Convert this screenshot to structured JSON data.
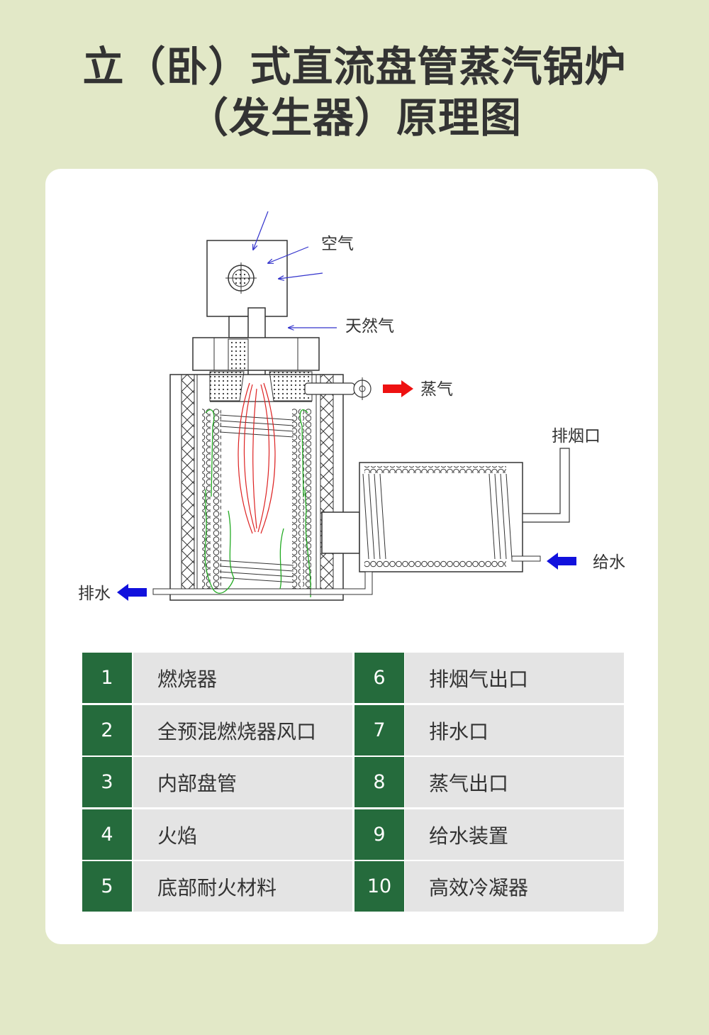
{
  "title": {
    "line1": "立（卧）式直流盘管蒸汽锅炉",
    "line2": "（发生器）原理图"
  },
  "diagram": {
    "labels": {
      "air": "空气",
      "natural_gas": "天然气",
      "steam": "蒸气",
      "flue_outlet": "排烟口",
      "water_supply": "给水",
      "drain": "排水"
    },
    "colors": {
      "inflow_arrow": "#3333cc",
      "steam_arrow": "#ee1111",
      "water_arrow": "#1111dd",
      "flame": "#dd2222",
      "green_flow": "#22aa22",
      "line": "#333333"
    }
  },
  "legend": {
    "colors": {
      "number_bg": "#256b3c",
      "label_bg": "#e4e4e4"
    },
    "rows": [
      {
        "left_num": "1",
        "left_label": "燃烧器",
        "right_num": "6",
        "right_label": "排烟气出口"
      },
      {
        "left_num": "2",
        "left_label": "全预混燃烧器风口",
        "right_num": "7",
        "right_label": "排水口"
      },
      {
        "left_num": "3",
        "left_label": "内部盘管",
        "right_num": "8",
        "right_label": "蒸气出口"
      },
      {
        "left_num": "4",
        "left_label": "火焰",
        "right_num": "9",
        "right_label": "给水装置"
      },
      {
        "left_num": "5",
        "left_label": "底部耐火材料",
        "right_num": "10",
        "right_label": "高效冷凝器"
      }
    ]
  }
}
